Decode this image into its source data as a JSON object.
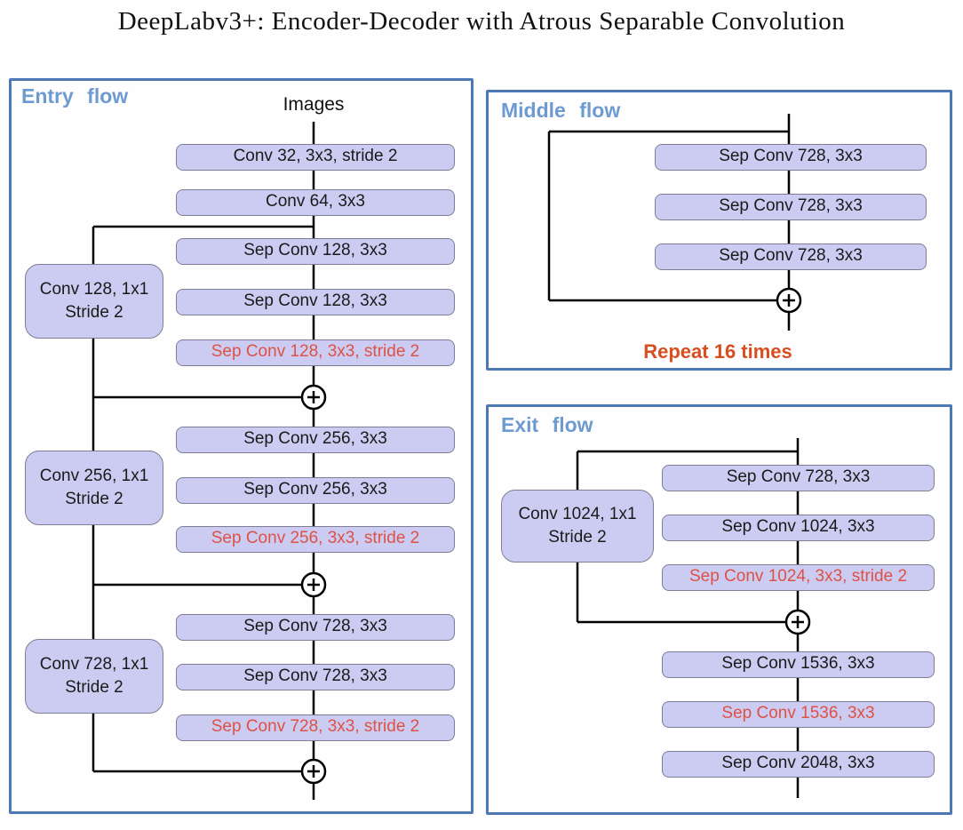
{
  "title": "DeepLabv3+: Encoder-Decoder with Atrous Separable Convolution",
  "colors": {
    "panel_border": "#4d7ab7",
    "flow_label": "#6d9bd1",
    "box_fill": "#ccccf2",
    "box_border": "#7d7d96",
    "box_text": "#1a1a1a",
    "red_text": "#dd5244",
    "repeat_text": "#d94e1f",
    "line": "#000000"
  },
  "entry": {
    "label": "Entry flow",
    "input": "Images",
    "boxes": [
      "Conv 32, 3x3, stride 2",
      "Conv 64, 3x3",
      "Sep Conv 128, 3x3",
      "Sep Conv 128, 3x3",
      "Sep Conv 128, 3x3, stride 2",
      "Sep Conv 256, 3x3",
      "Sep Conv 256, 3x3",
      "Sep Conv 256, 3x3, stride 2",
      "Sep Conv 728, 3x3",
      "Sep Conv 728, 3x3",
      "Sep Conv 728, 3x3, stride 2"
    ],
    "side_boxes": [
      {
        "line1": "Conv 128, 1x1",
        "line2": "Stride 2"
      },
      {
        "line1": "Conv 256, 1x1",
        "line2": "Stride 2"
      },
      {
        "line1": "Conv 728, 1x1",
        "line2": "Stride 2"
      }
    ]
  },
  "middle": {
    "label": "Middle flow",
    "boxes": [
      "Sep Conv 728, 3x3",
      "Sep Conv 728, 3x3",
      "Sep Conv 728, 3x3"
    ],
    "repeat_note": "Repeat 16 times"
  },
  "exit": {
    "label": "Exit flow",
    "side_box": {
      "line1": "Conv 1024, 1x1",
      "line2": "Stride 2"
    },
    "boxes": [
      "Sep Conv 728, 3x3",
      "Sep Conv 1024, 3x3",
      "Sep Conv 1024, 3x3, stride 2",
      "Sep Conv 1536, 3x3",
      "Sep Conv 1536, 3x3",
      "Sep Conv 2048, 3x3"
    ]
  }
}
